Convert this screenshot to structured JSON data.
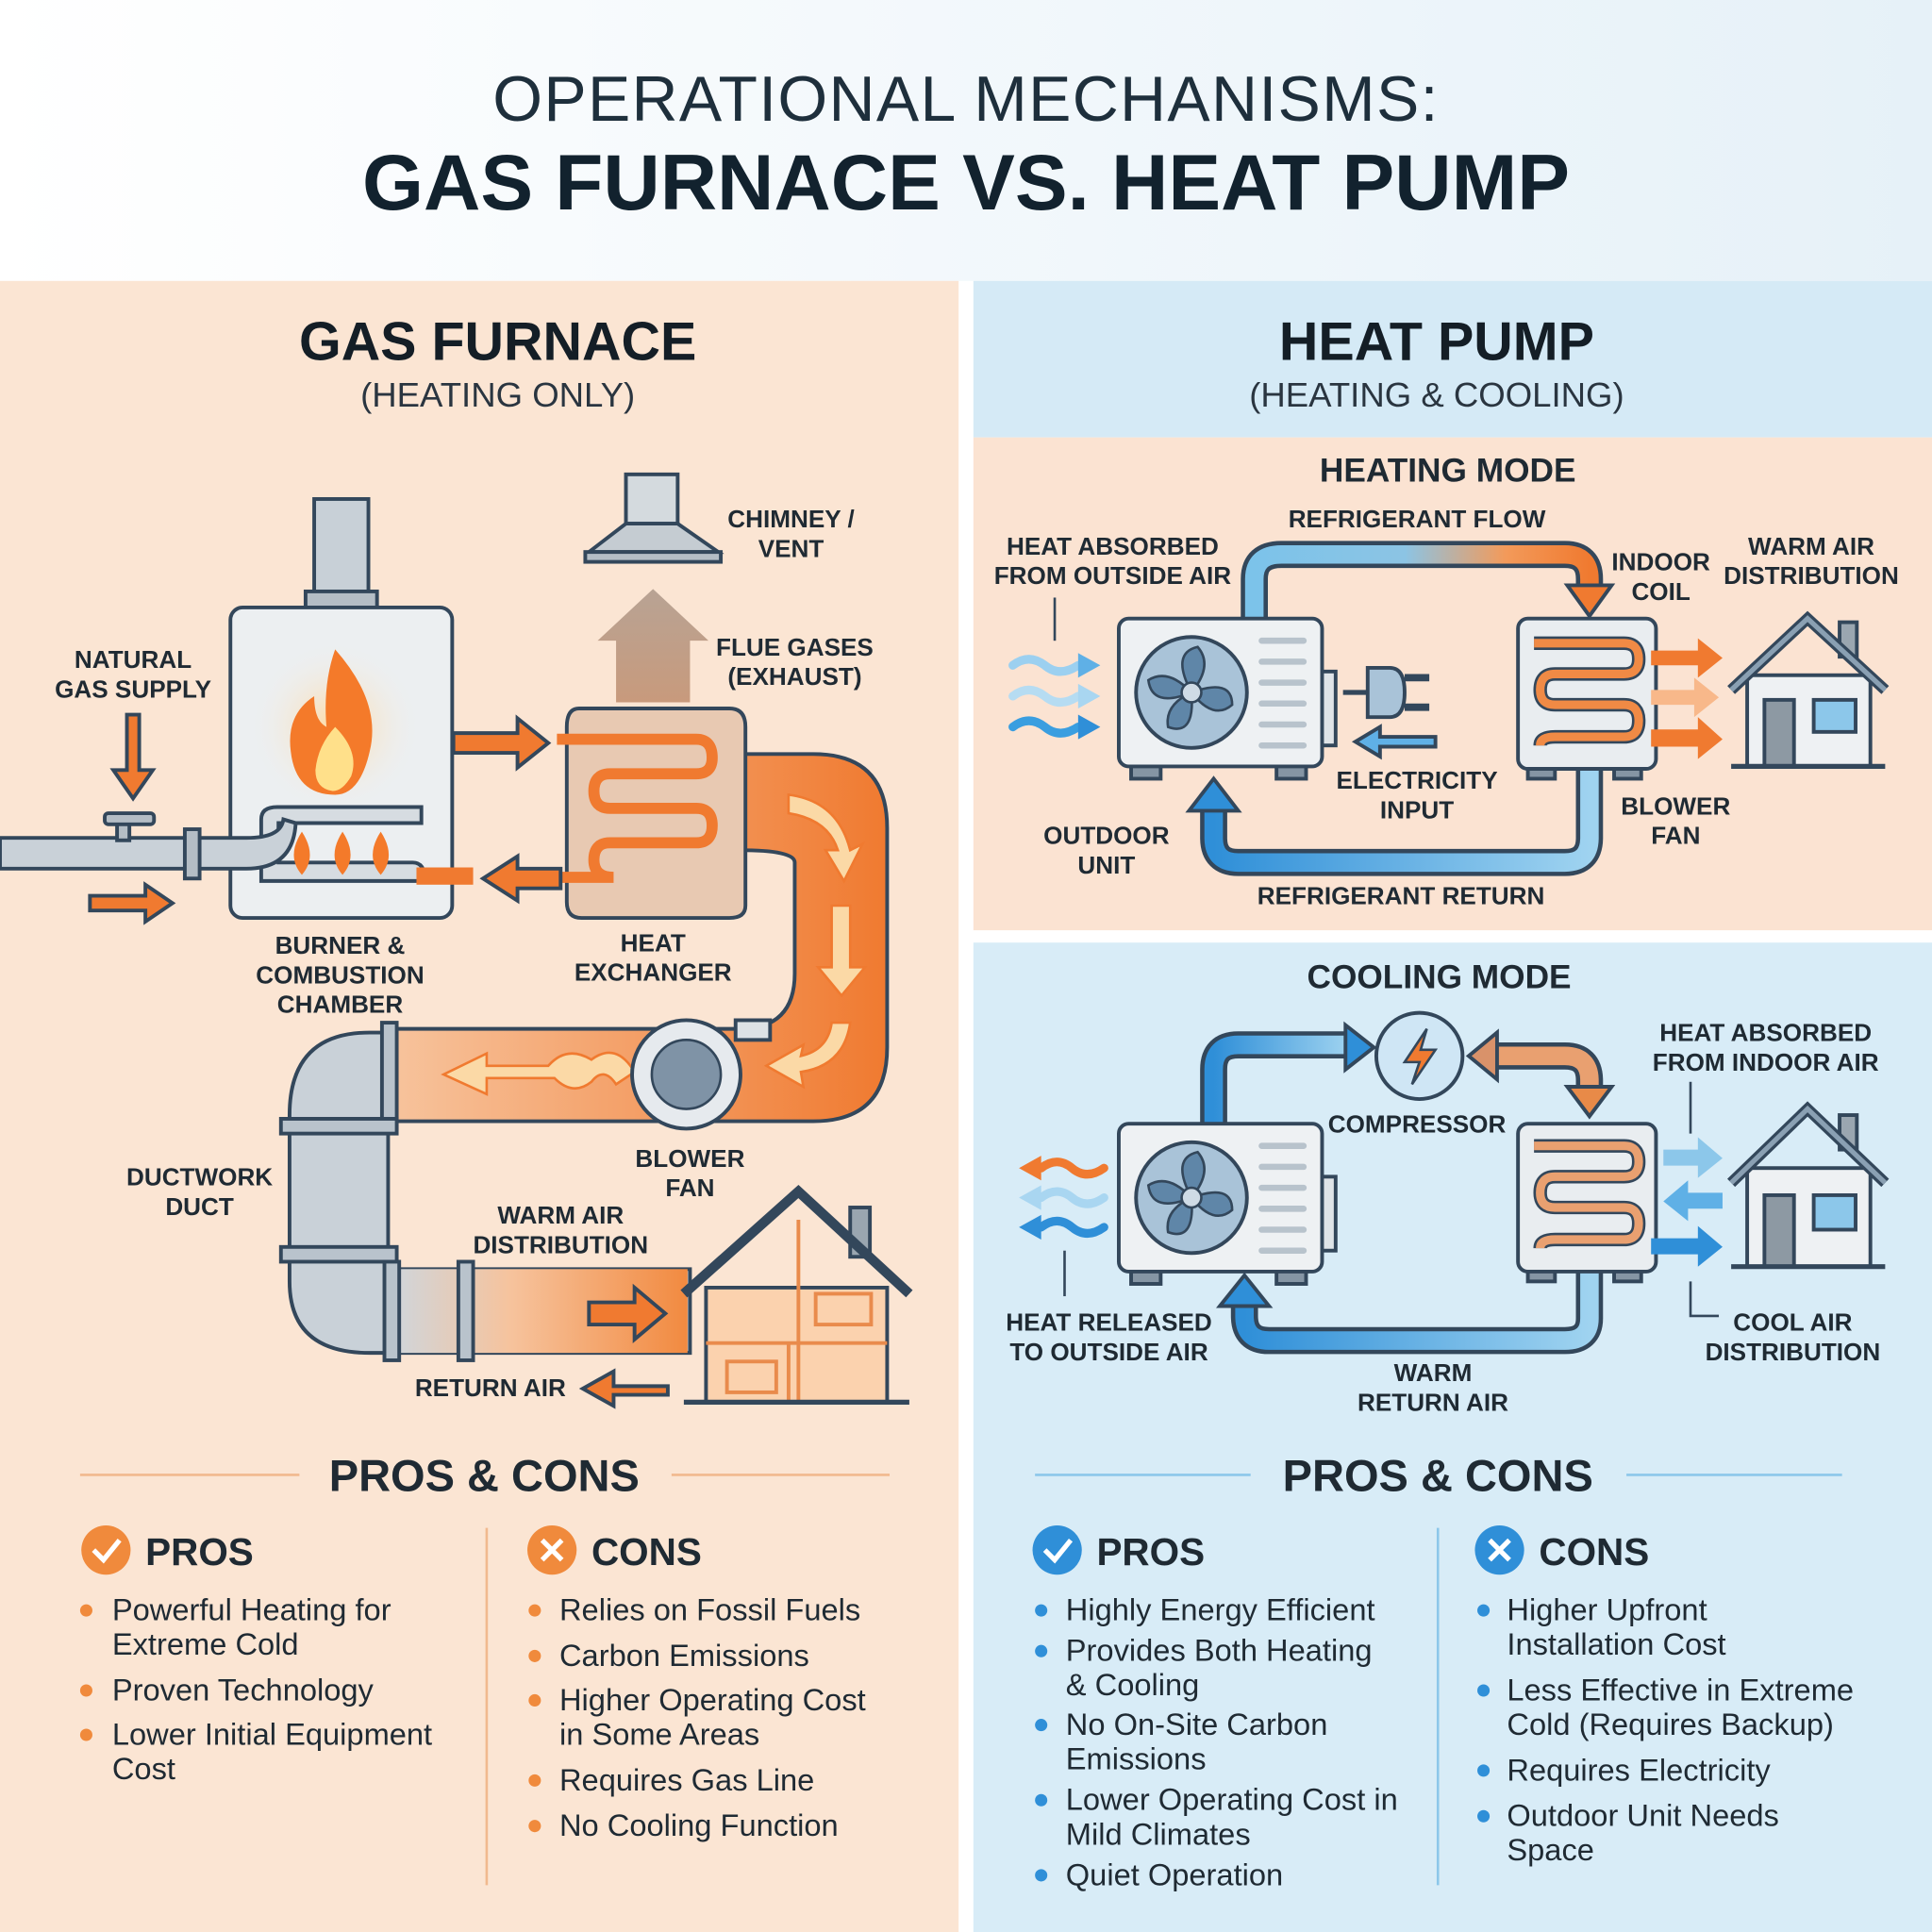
{
  "header": {
    "line1": "OPERATIONAL MECHANISMS:",
    "line2": "GAS FURNACE VS. HEAT PUMP"
  },
  "colors": {
    "furnace_bg": "#fbe5d3",
    "heatpump_bg": "#d8ecf7",
    "orange": "#f0843a",
    "blue": "#2f8fd8",
    "outline": "#33475b"
  },
  "furnace": {
    "title": "GAS FURNACE",
    "subtitle": "(HEATING ONLY)",
    "labels": {
      "chimney": [
        "CHIMNEY /",
        "VENT"
      ],
      "flue": [
        "FLUE GASES",
        "(EXHAUST)"
      ],
      "gas": [
        "NATURAL",
        "GAS SUPPLY"
      ],
      "burner": [
        "BURNER &",
        "COMBUSTION",
        "CHAMBER"
      ],
      "exchanger": [
        "HEAT",
        "EXCHANGER"
      ],
      "duct": [
        "DUCTWORK",
        "DUCT"
      ],
      "blower": [
        "BLOWER",
        "FAN"
      ],
      "warm": [
        "WARM AIR",
        "DISTRIBUTION"
      ],
      "return": [
        "RETURN AIR"
      ]
    },
    "pros_cons": {
      "heading": "PROS & CONS",
      "pros_title": "PROS",
      "cons_title": "CONS",
      "pros": [
        [
          "Powerful Heating for",
          "Extreme Cold"
        ],
        [
          "Proven Technology"
        ],
        [
          "Lower Initial Equipment",
          "Cost"
        ]
      ],
      "cons": [
        [
          "Relies on Fossil Fuels"
        ],
        [
          "Carbon Emissions"
        ],
        [
          "Higher Operating Cost",
          "in Some Areas"
        ],
        [
          "Requires Gas Line"
        ],
        [
          "No Cooling Function"
        ]
      ]
    }
  },
  "heat_pump": {
    "title": "HEAT PUMP",
    "subtitle": "(HEATING & COOLING)",
    "heating": {
      "title": "HEATING MODE",
      "labels": {
        "flow": [
          "REFRIGERANT FLOW"
        ],
        "absorbed": [
          "HEAT ABSORBED",
          "FROM OUTSIDE AIR"
        ],
        "coil": [
          "INDOOR",
          "COIL"
        ],
        "warm": [
          "WARM AIR",
          "DISTRIBUTION"
        ],
        "electricity": [
          "ELECTRICITY",
          "INPUT"
        ],
        "outdoor": [
          "OUTDOOR",
          "UNIT"
        ],
        "blower": [
          "BLOWER",
          "FAN"
        ],
        "return": [
          "REFRIGERANT RETURN"
        ]
      }
    },
    "cooling": {
      "title": "COOLING MODE",
      "labels": {
        "compressor": [
          "COMPRESSOR"
        ],
        "absorbed": [
          "HEAT ABSORBED",
          "FROM INDOOR AIR"
        ],
        "released": [
          "HEAT RELEASED",
          "TO OUTSIDE AIR"
        ],
        "return": [
          "WARM",
          "RETURN AIR"
        ],
        "cool": [
          "COOL AIR",
          "DISTRIBUTION"
        ]
      }
    },
    "pros_cons": {
      "heading": "PROS & CONS",
      "pros_title": "PROS",
      "cons_title": "CONS",
      "pros": [
        [
          "Highly Energy Efficient"
        ],
        [
          "Provides Both Heating",
          "& Cooling"
        ],
        [
          "No On-Site Carbon",
          "Emissions"
        ],
        [
          "Lower Operating Cost in",
          "Mild Climates"
        ],
        [
          "Quiet Operation"
        ]
      ],
      "cons": [
        [
          "Higher Upfront",
          "Installation Cost"
        ],
        [
          "Less Effective in Extreme",
          "Cold (Requires Backup)"
        ],
        [
          "Requires Electricity"
        ],
        [
          "Outdoor Unit Needs",
          "Space"
        ]
      ]
    }
  }
}
